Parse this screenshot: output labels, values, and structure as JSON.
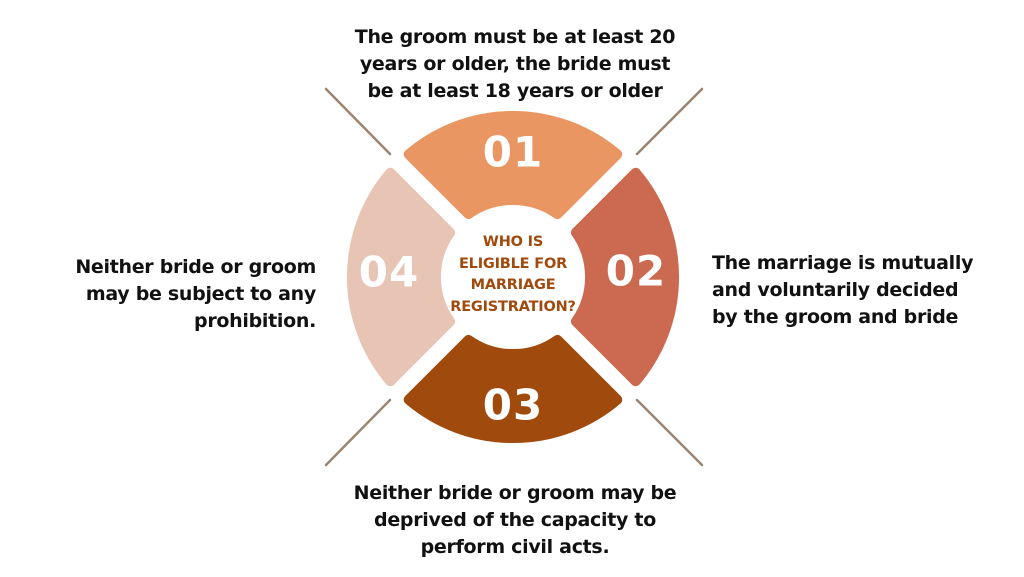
{
  "center": {
    "lines": [
      "WHO IS",
      "ELIGIBLE FOR",
      "MARRIAGE",
      "REGISTRATION?"
    ],
    "color": "#A04A0E"
  },
  "segments": [
    {
      "number": "01",
      "color": "#EA9663",
      "position": "top",
      "text_lines": [
        "The groom must be at least 20",
        "years or older, the bride must",
        "be at least 18 years or older"
      ]
    },
    {
      "number": "02",
      "color": "#CB6A50",
      "position": "right",
      "text_lines": [
        "The marriage is mutually",
        "and voluntarily decided",
        "by the groom and bride"
      ]
    },
    {
      "number": "03",
      "color": "#A04A0E",
      "position": "bottom",
      "text_lines": [
        "Neither bride or groom may be",
        "deprived of the capacity to",
        "perform civil acts."
      ]
    },
    {
      "number": "04",
      "color": "#E8C4B5",
      "position": "left",
      "text_lines": [
        "Neither bride or groom",
        "may be subject to any",
        "prohibition."
      ]
    }
  ],
  "connector_color": "#9C8471"
}
